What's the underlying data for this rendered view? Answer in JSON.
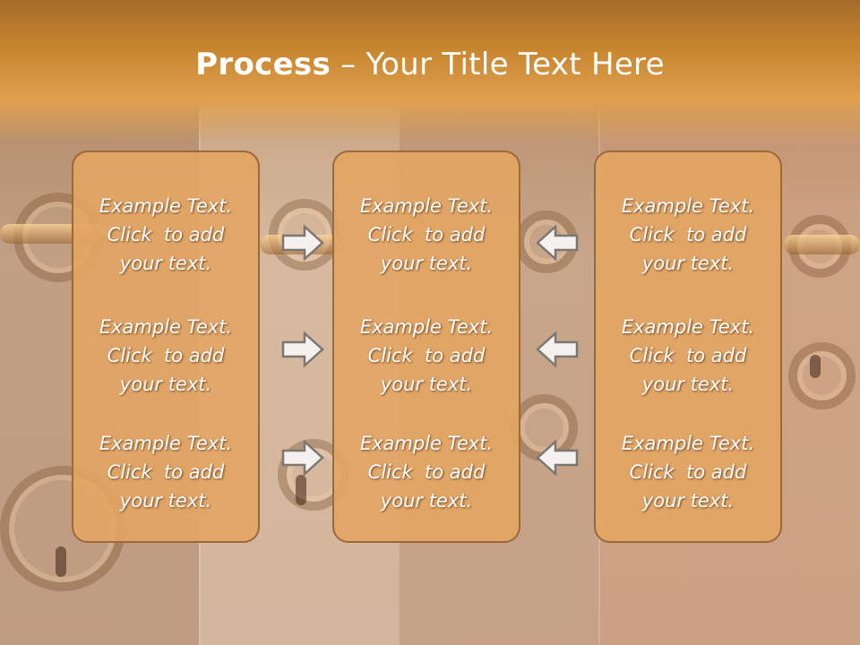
{
  "slide": {
    "title_strong": "Process",
    "title_rest": " – Your Title Text Here",
    "colors": {
      "header": "#c8862f",
      "panel_fill": "#e3a563",
      "panel_border": "#9a6a3b",
      "arrow_fill": "#f4f1ee",
      "arrow_stroke": "#7d7773"
    }
  },
  "columns": [
    {
      "blocks": [
        {
          "line1": "Example Text.",
          "line2": "Click  to add",
          "line3": "your text."
        },
        {
          "line1": "Example Text.",
          "line2": "Click  to add",
          "line3": "your text."
        },
        {
          "line1": "Example Text.",
          "line2": "Click  to add",
          "line3": "your text."
        }
      ]
    },
    {
      "blocks": [
        {
          "line1": "Example Text.",
          "line2": "Click  to add",
          "line3": "your text."
        },
        {
          "line1": "Example Text.",
          "line2": "Click  to add",
          "line3": "your text."
        },
        {
          "line1": "Example Text.",
          "line2": "Click  to add",
          "line3": "your text."
        }
      ]
    },
    {
      "blocks": [
        {
          "line1": "Example Text.",
          "line2": "Click  to add",
          "line3": "your text."
        },
        {
          "line1": "Example Text.",
          "line2": "Click  to add",
          "line3": "your text."
        },
        {
          "line1": "Example Text.",
          "line2": "Click  to add",
          "line3": "your text."
        }
      ]
    }
  ],
  "arrows": {
    "left_group": [
      "right-arrow-icon",
      "right-arrow-icon",
      "right-arrow-icon"
    ],
    "right_group": [
      "left-arrow-icon",
      "left-arrow-icon",
      "left-arrow-icon"
    ]
  }
}
